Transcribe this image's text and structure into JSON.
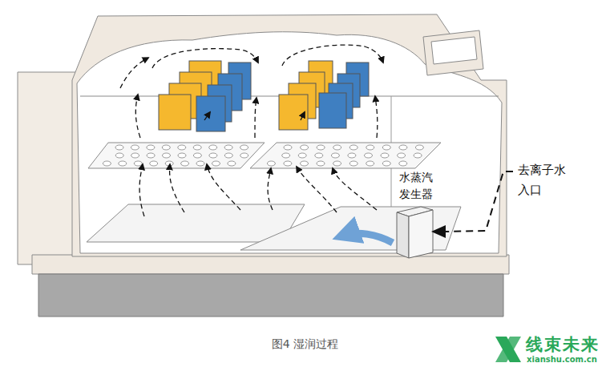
{
  "diagram": {
    "caption": "图4 湿润过程",
    "nodes": [
      {
        "text": [
          "水蒸汽 发生器"
        ]
      }
    ],
    "edges": [],
    "labels": [
      "去离子水 入口",
      "线束未来",
      "xianshu.com.cn"
    ]
  }
}
